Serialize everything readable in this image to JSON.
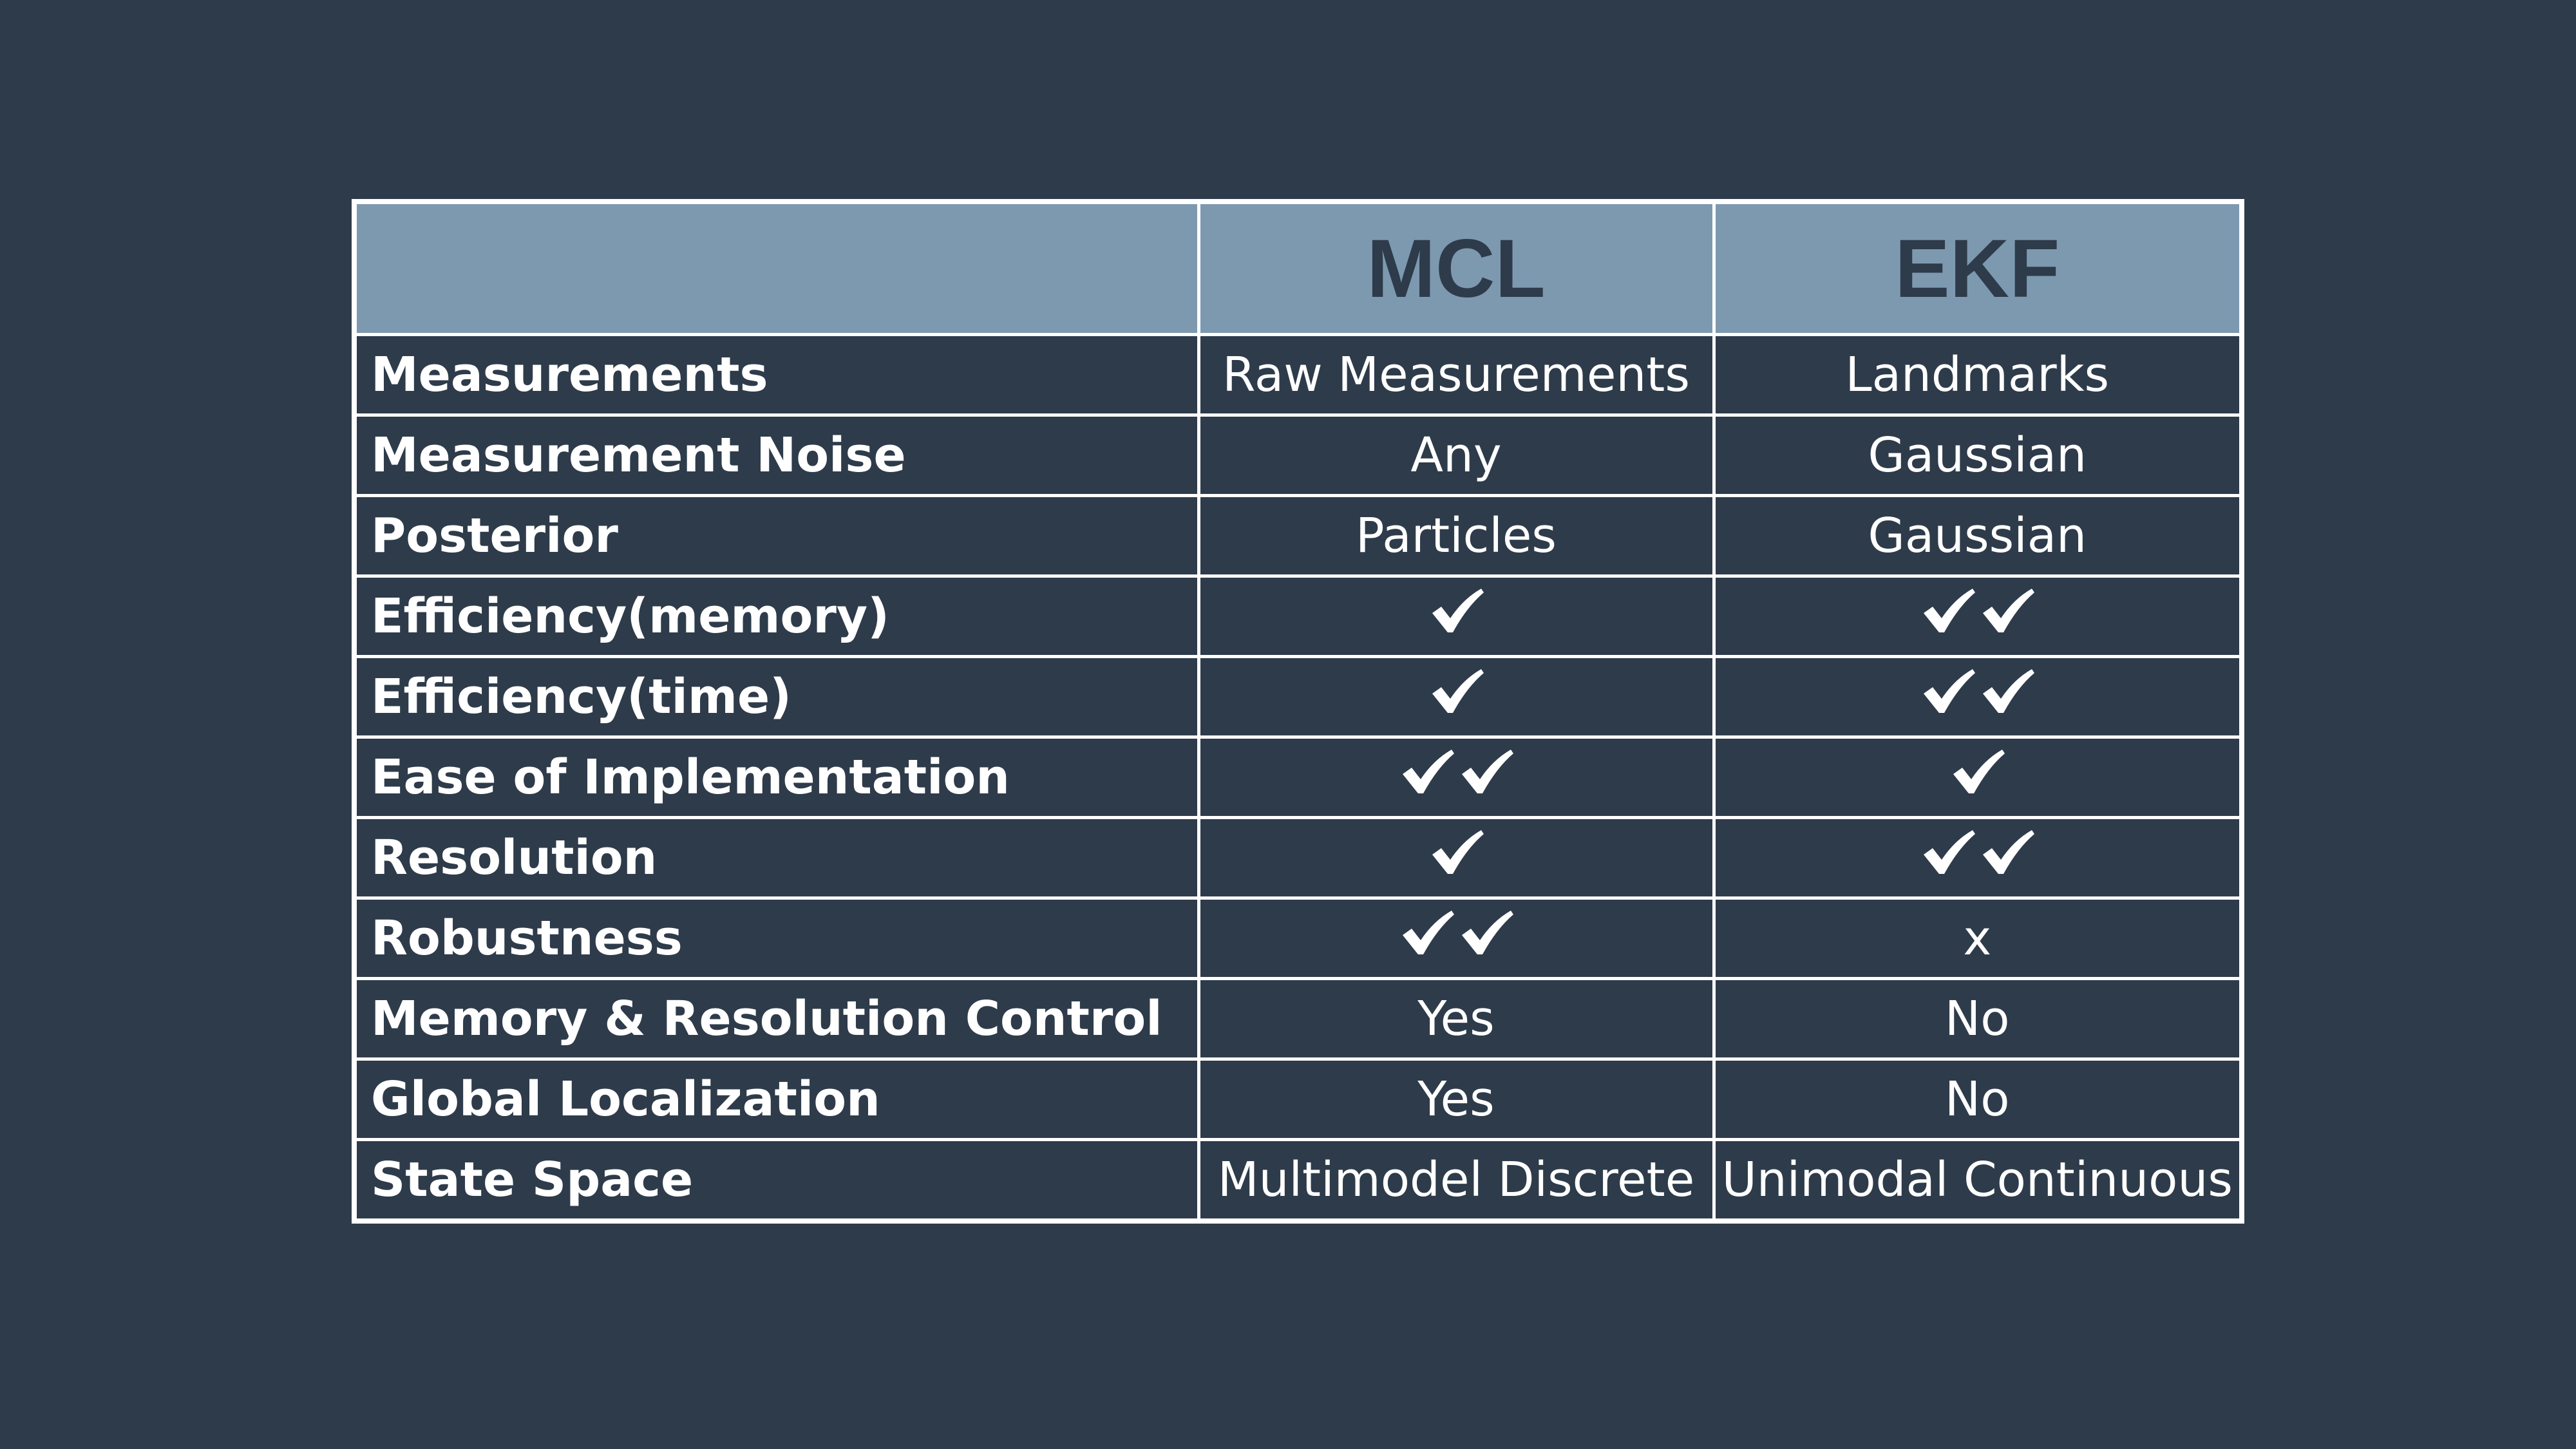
{
  "table": {
    "header": {
      "corner": "",
      "columns": [
        "MCL",
        "EKF"
      ]
    },
    "rows": [
      {
        "label": "Measurements",
        "mcl": {
          "type": "text",
          "text": "Raw Measurements"
        },
        "ekf": {
          "type": "text",
          "text": "Landmarks"
        }
      },
      {
        "label": "Measurement Noise",
        "mcl": {
          "type": "text",
          "text": "Any"
        },
        "ekf": {
          "type": "text",
          "text": "Gaussian"
        }
      },
      {
        "label": "Posterior",
        "mcl": {
          "type": "text",
          "text": "Particles"
        },
        "ekf": {
          "type": "text",
          "text": "Gaussian"
        }
      },
      {
        "label": "Efficiency(memory)",
        "mcl": {
          "type": "checks",
          "count": 1
        },
        "ekf": {
          "type": "checks",
          "count": 2
        }
      },
      {
        "label": "Efficiency(time)",
        "mcl": {
          "type": "checks",
          "count": 1
        },
        "ekf": {
          "type": "checks",
          "count": 2
        }
      },
      {
        "label": "Ease of Implementation",
        "mcl": {
          "type": "checks",
          "count": 2
        },
        "ekf": {
          "type": "checks",
          "count": 1
        }
      },
      {
        "label": "Resolution",
        "mcl": {
          "type": "checks",
          "count": 1
        },
        "ekf": {
          "type": "checks",
          "count": 2
        }
      },
      {
        "label": "Robustness",
        "mcl": {
          "type": "checks",
          "count": 2
        },
        "ekf": {
          "type": "text",
          "text": "x"
        }
      },
      {
        "label": "Memory & Resolution Control",
        "mcl": {
          "type": "text",
          "text": "Yes"
        },
        "ekf": {
          "type": "text",
          "text": "No"
        }
      },
      {
        "label": "Global Localization",
        "mcl": {
          "type": "text",
          "text": "Yes"
        },
        "ekf": {
          "type": "text",
          "text": "No"
        }
      },
      {
        "label": "State Space",
        "mcl": {
          "type": "text",
          "text": "Multimodel Discrete"
        },
        "ekf": {
          "type": "text",
          "text": "Unimodal Continuous"
        }
      }
    ]
  },
  "icons": {
    "check": "check-icon"
  },
  "colors": {
    "background": "#2e3b4a",
    "header_fill": "#7d99b0",
    "header_text": "#2e3b4a",
    "grid": "#ffffff",
    "text": "#ffffff"
  }
}
